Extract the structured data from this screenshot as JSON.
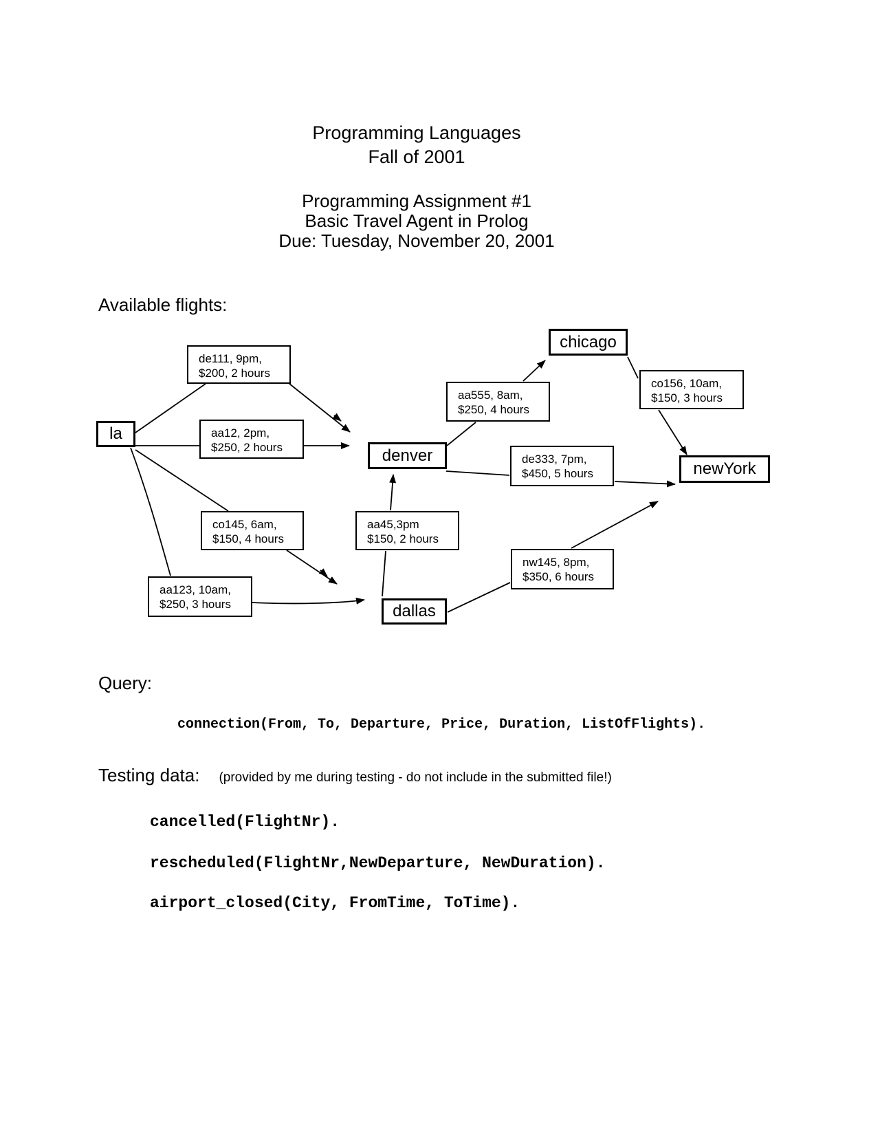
{
  "page": {
    "title_line1": "Programming Languages",
    "title_line2": "Fall of 2001",
    "assignment_line1": "Programming Assignment #1",
    "assignment_line2": "Basic Travel Agent in Prolog",
    "assignment_line3": "Due: Tuesday, November 20, 2001"
  },
  "sections": {
    "available_flights_heading": "Available flights:",
    "query_heading": "Query:",
    "testing_heading": "Testing data:",
    "testing_note": "(provided by me during testing - do not include in the submitted file!)"
  },
  "code": {
    "query": "connection(From, To, Departure, Price, Duration, ListOfFlights).",
    "testing_line1": "cancelled(FlightNr).",
    "testing_line2": "rescheduled(FlightNr,NewDeparture, NewDuration).",
    "testing_line3": "airport_closed(City, FromTime, ToTime)."
  },
  "diagram": {
    "cities": {
      "la": {
        "label": "la"
      },
      "denver": {
        "label": "denver"
      },
      "chicago": {
        "label": "chicago"
      },
      "newyork": {
        "label": "newYork"
      },
      "dallas": {
        "label": "dallas"
      }
    },
    "flights": {
      "de111": {
        "line1": "de111, 9pm,",
        "line2": "$200, 2 hours",
        "from": "la",
        "to": "denver"
      },
      "aa12": {
        "line1": "aa12, 2pm,",
        "line2": "$250, 2 hours",
        "from": "la",
        "to": "denver"
      },
      "co145": {
        "line1": "co145, 6am,",
        "line2": "$150, 4 hours",
        "from": "la",
        "to": "dallas"
      },
      "aa123": {
        "line1": "aa123, 10am,",
        "line2": "$250, 3 hours",
        "from": "la",
        "to": "dallas"
      },
      "aa45": {
        "line1": "aa45,3pm",
        "line2": "$150, 2 hours",
        "from": "dallas",
        "to": "denver"
      },
      "aa555": {
        "line1": "aa555, 8am,",
        "line2": "$250, 4 hours",
        "from": "denver",
        "to": "chicago"
      },
      "co156": {
        "line1": "co156, 10am,",
        "line2": "$150, 3 hours",
        "from": "chicago",
        "to": "newYork"
      },
      "de333": {
        "line1": "de333, 7pm,",
        "line2": "$450, 5 hours",
        "from": "denver",
        "to": "newYork"
      },
      "nw145": {
        "line1": "nw145, 8pm,",
        "line2": "$350, 6 hours",
        "from": "dallas",
        "to": "newYork"
      }
    }
  },
  "colors": {
    "ink": "#000000",
    "paper": "#ffffff"
  }
}
